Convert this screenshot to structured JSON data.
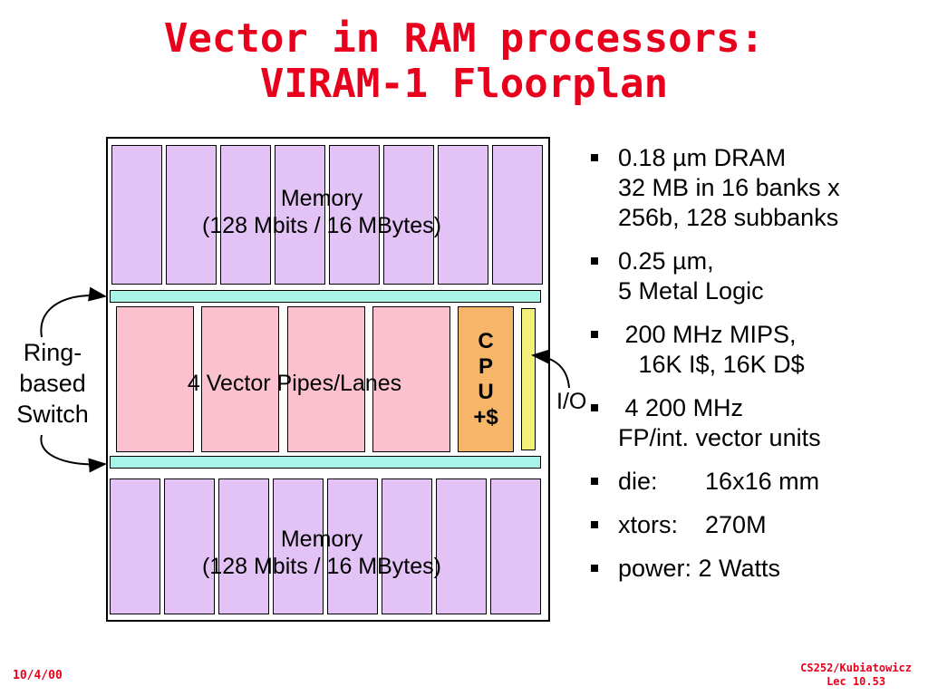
{
  "title": {
    "line1": "Vector in RAM processors:",
    "line2": "VIRAM-1 Floorplan"
  },
  "floorplan": {
    "memory_top": {
      "line1": "Memory",
      "line2": "(128 Mbits / 16 MBytes)"
    },
    "memory_bottom": {
      "line1": "Memory",
      "line2": "(128 Mbits / 16 MBytes)"
    },
    "vector_pipes_label": "4 Vector Pipes/Lanes",
    "cpu": {
      "line1": "C",
      "line2": "P",
      "line3": "U",
      "line4": "+$"
    },
    "io_label": "I/O",
    "switch_label": {
      "line1": "Ring-",
      "line2": "based",
      "line3": "Switch"
    }
  },
  "bullets": [
    {
      "lines": [
        "0.18 µm DRAM",
        "32 MB in 16 banks x",
        "256b, 128 subbanks"
      ]
    },
    {
      "lines": [
        "0.25 µm,",
        "5 Metal Logic"
      ]
    },
    {
      "lines": [
        " 200 MHz MIPS,",
        "   16K I$, 16K D$"
      ]
    },
    {
      "lines": [
        " 4 200 MHz",
        "FP/int. vector units"
      ]
    },
    {
      "lines": [
        "die:       16x16 mm"
      ]
    },
    {
      "lines": [
        "xtors:    270M"
      ]
    },
    {
      "lines": [
        "power: 2 Watts"
      ]
    }
  ],
  "footer": {
    "date": "10/4/00",
    "course": "CS252/Kubiatowicz",
    "lecture": "Lec 10.53"
  },
  "colors": {
    "title": "#e8001c",
    "memory_bank": "#e3c2f5",
    "vector_pipe": "#fbc1cf",
    "switch_bus": "#a8f4e8",
    "cpu": "#f7b56a",
    "io": "#f0f07a"
  }
}
